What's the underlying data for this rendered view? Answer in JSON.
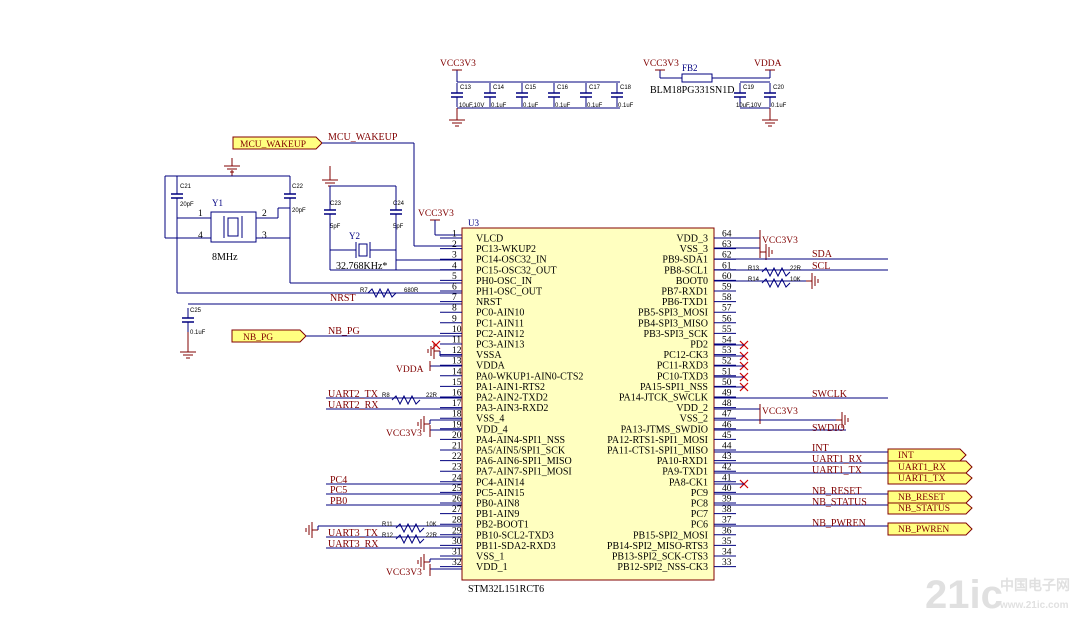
{
  "chip": {
    "ref": "U3",
    "part": "STM32L151RCT6",
    "left_pins": [
      {
        "num": "1",
        "name": "VLCD"
      },
      {
        "num": "2",
        "name": "PC13-WKUP2"
      },
      {
        "num": "3",
        "name": "PC14-OSC32_IN"
      },
      {
        "num": "4",
        "name": "PC15-OSC32_OUT"
      },
      {
        "num": "5",
        "name": "PH0-OSC_IN"
      },
      {
        "num": "6",
        "name": "PH1-OSC_OUT"
      },
      {
        "num": "7",
        "name": "NRST"
      },
      {
        "num": "8",
        "name": "PC0-AIN10"
      },
      {
        "num": "9",
        "name": "PC1-AIN11"
      },
      {
        "num": "10",
        "name": "PC2-AIN12"
      },
      {
        "num": "11",
        "name": "PC3-AIN13"
      },
      {
        "num": "12",
        "name": "VSSA"
      },
      {
        "num": "13",
        "name": "VDDA"
      },
      {
        "num": "14",
        "name": "PA0-WKUP1-AIN0-CTS2"
      },
      {
        "num": "15",
        "name": "PA1-AIN1-RTS2"
      },
      {
        "num": "16",
        "name": "PA2-AIN2-TXD2"
      },
      {
        "num": "17",
        "name": "PA3-AIN3-RXD2"
      },
      {
        "num": "18",
        "name": "VSS_4"
      },
      {
        "num": "19",
        "name": "VDD_4"
      },
      {
        "num": "20",
        "name": "PA4-AIN4-SPI1_NSS"
      },
      {
        "num": "21",
        "name": "PA5/AIN5/SPI1_SCK"
      },
      {
        "num": "22",
        "name": "PA6-AIN6-SPI1_MISO"
      },
      {
        "num": "23",
        "name": "PA7-AIN7-SPI1_MOSI"
      },
      {
        "num": "24",
        "name": "PC4-AIN14"
      },
      {
        "num": "25",
        "name": "PC5-AIN15"
      },
      {
        "num": "26",
        "name": "PB0-AIN8"
      },
      {
        "num": "27",
        "name": "PB1-AIN9"
      },
      {
        "num": "28",
        "name": "PB2-BOOT1"
      },
      {
        "num": "29",
        "name": "PB10-SCL2-TXD3"
      },
      {
        "num": "30",
        "name": "PB11-SDA2-RXD3"
      },
      {
        "num": "31",
        "name": "VSS_1"
      },
      {
        "num": "32",
        "name": "VDD_1"
      }
    ],
    "right_pins": [
      {
        "num": "64",
        "name": "VDD_3"
      },
      {
        "num": "63",
        "name": "VSS_3"
      },
      {
        "num": "62",
        "name": "PB9-SDA1"
      },
      {
        "num": "61",
        "name": "PB8-SCL1"
      },
      {
        "num": "60",
        "name": "BOOT0"
      },
      {
        "num": "59",
        "name": "PB7-RXD1"
      },
      {
        "num": "58",
        "name": "PB6-TXD1"
      },
      {
        "num": "57",
        "name": "PB5-SPI3_MOSI"
      },
      {
        "num": "56",
        "name": "PB4-SPI3_MISO"
      },
      {
        "num": "55",
        "name": "PB3-SPI3_SCK"
      },
      {
        "num": "54",
        "name": "PD2"
      },
      {
        "num": "53",
        "name": "PC12-CK3"
      },
      {
        "num": "52",
        "name": "PC11-RXD3"
      },
      {
        "num": "51",
        "name": "PC10-TXD3"
      },
      {
        "num": "50",
        "name": "PA15-SPI1_NSS"
      },
      {
        "num": "49",
        "name": "PA14-JTCK_SWCLK"
      },
      {
        "num": "48",
        "name": "VDD_2"
      },
      {
        "num": "47",
        "name": "VSS_2"
      },
      {
        "num": "46",
        "name": "PA13-JTMS_SWDIO"
      },
      {
        "num": "45",
        "name": "PA12-RTS1-SPI1_MOSI"
      },
      {
        "num": "44",
        "name": "PA11-CTS1-SPI1_MISO"
      },
      {
        "num": "43",
        "name": "PA10-RXD1"
      },
      {
        "num": "42",
        "name": "PA9-TXD1"
      },
      {
        "num": "41",
        "name": "PA8-CK1"
      },
      {
        "num": "40",
        "name": "PC9"
      },
      {
        "num": "39",
        "name": "PC8"
      },
      {
        "num": "38",
        "name": "PC7"
      },
      {
        "num": "37",
        "name": "PC6"
      },
      {
        "num": "36",
        "name": "PB15-SPI2_MOSI"
      },
      {
        "num": "35",
        "name": "PB14-SPI2_MISO-RTS3"
      },
      {
        "num": "34",
        "name": "PB13-SPI2_SCK-CTS3"
      },
      {
        "num": "33",
        "name": "PB12-SPI2_NSS-CK3"
      }
    ]
  },
  "power": {
    "vcc3v3": "VCC3V3",
    "vdda": "VDDA"
  },
  "decoupling": {
    "caps": [
      {
        "ref": "C13",
        "value": "10uF,10V"
      },
      {
        "ref": "C14",
        "value": "0.1uF"
      },
      {
        "ref": "C15",
        "value": "0.1uF"
      },
      {
        "ref": "C16",
        "value": "0.1uF"
      },
      {
        "ref": "C17",
        "value": "0.1uF"
      },
      {
        "ref": "C18",
        "value": "0.1uF"
      }
    ],
    "fb_ref": "FB2",
    "fb_part": "BLM18PG331SN1D",
    "vdda_caps": [
      {
        "ref": "C19",
        "value": "10uF,10V"
      },
      {
        "ref": "C20",
        "value": "0.1uF"
      }
    ]
  },
  "oscillator": {
    "y1_ref": "Y1",
    "y1_value": "8MHz",
    "y1_pins": [
      "1",
      "2",
      "3",
      "4"
    ],
    "c21": {
      "ref": "C21",
      "value": "20pF"
    },
    "c22": {
      "ref": "C22",
      "value": "20pF"
    },
    "y2_ref": "Y2",
    "y2_value": "32.768KHz*",
    "c23": {
      "ref": "C23",
      "value": "5pF"
    },
    "c24": {
      "ref": "C24",
      "value": "5pF"
    }
  },
  "reset": {
    "r7": {
      "ref": "R7",
      "value": "680R"
    },
    "net": "NRST",
    "c25": {
      "ref": "C25",
      "value": "0.1uF"
    }
  },
  "nets": {
    "mcu_wakeup": "MCU_WAKEUP",
    "nb_pg": "NB_PG",
    "uart2_tx": "UART2_TX",
    "uart2_rx": "UART2_RX",
    "pc4": "PC4",
    "pc5": "PC5",
    "pb0": "PB0",
    "uart3_tx": "UART3_TX",
    "uart3_rx": "UART3_RX",
    "sda": "SDA",
    "scl": "SCL",
    "swclk": "SWCLK",
    "swdio": "SWDIO",
    "int": "INT",
    "uart1_rx": "UART1_RX",
    "uart1_tx": "UART1_TX",
    "nb_reset": "NB_RESET",
    "nb_status": "NB_STATUS",
    "nb_pwren": "NB_PWREN"
  },
  "resistors": {
    "r8": {
      "ref": "R8",
      "value": "22R"
    },
    "r11": {
      "ref": "R11",
      "value": "10K"
    },
    "r12": {
      "ref": "R12",
      "value": "22R"
    },
    "r13": {
      "ref": "R13",
      "value": "22R"
    },
    "r14": {
      "ref": "R14",
      "value": "10K"
    }
  },
  "watermark": {
    "text1": "21ic",
    "text2": "中国电子网",
    "text3": "www.21ic.com"
  }
}
